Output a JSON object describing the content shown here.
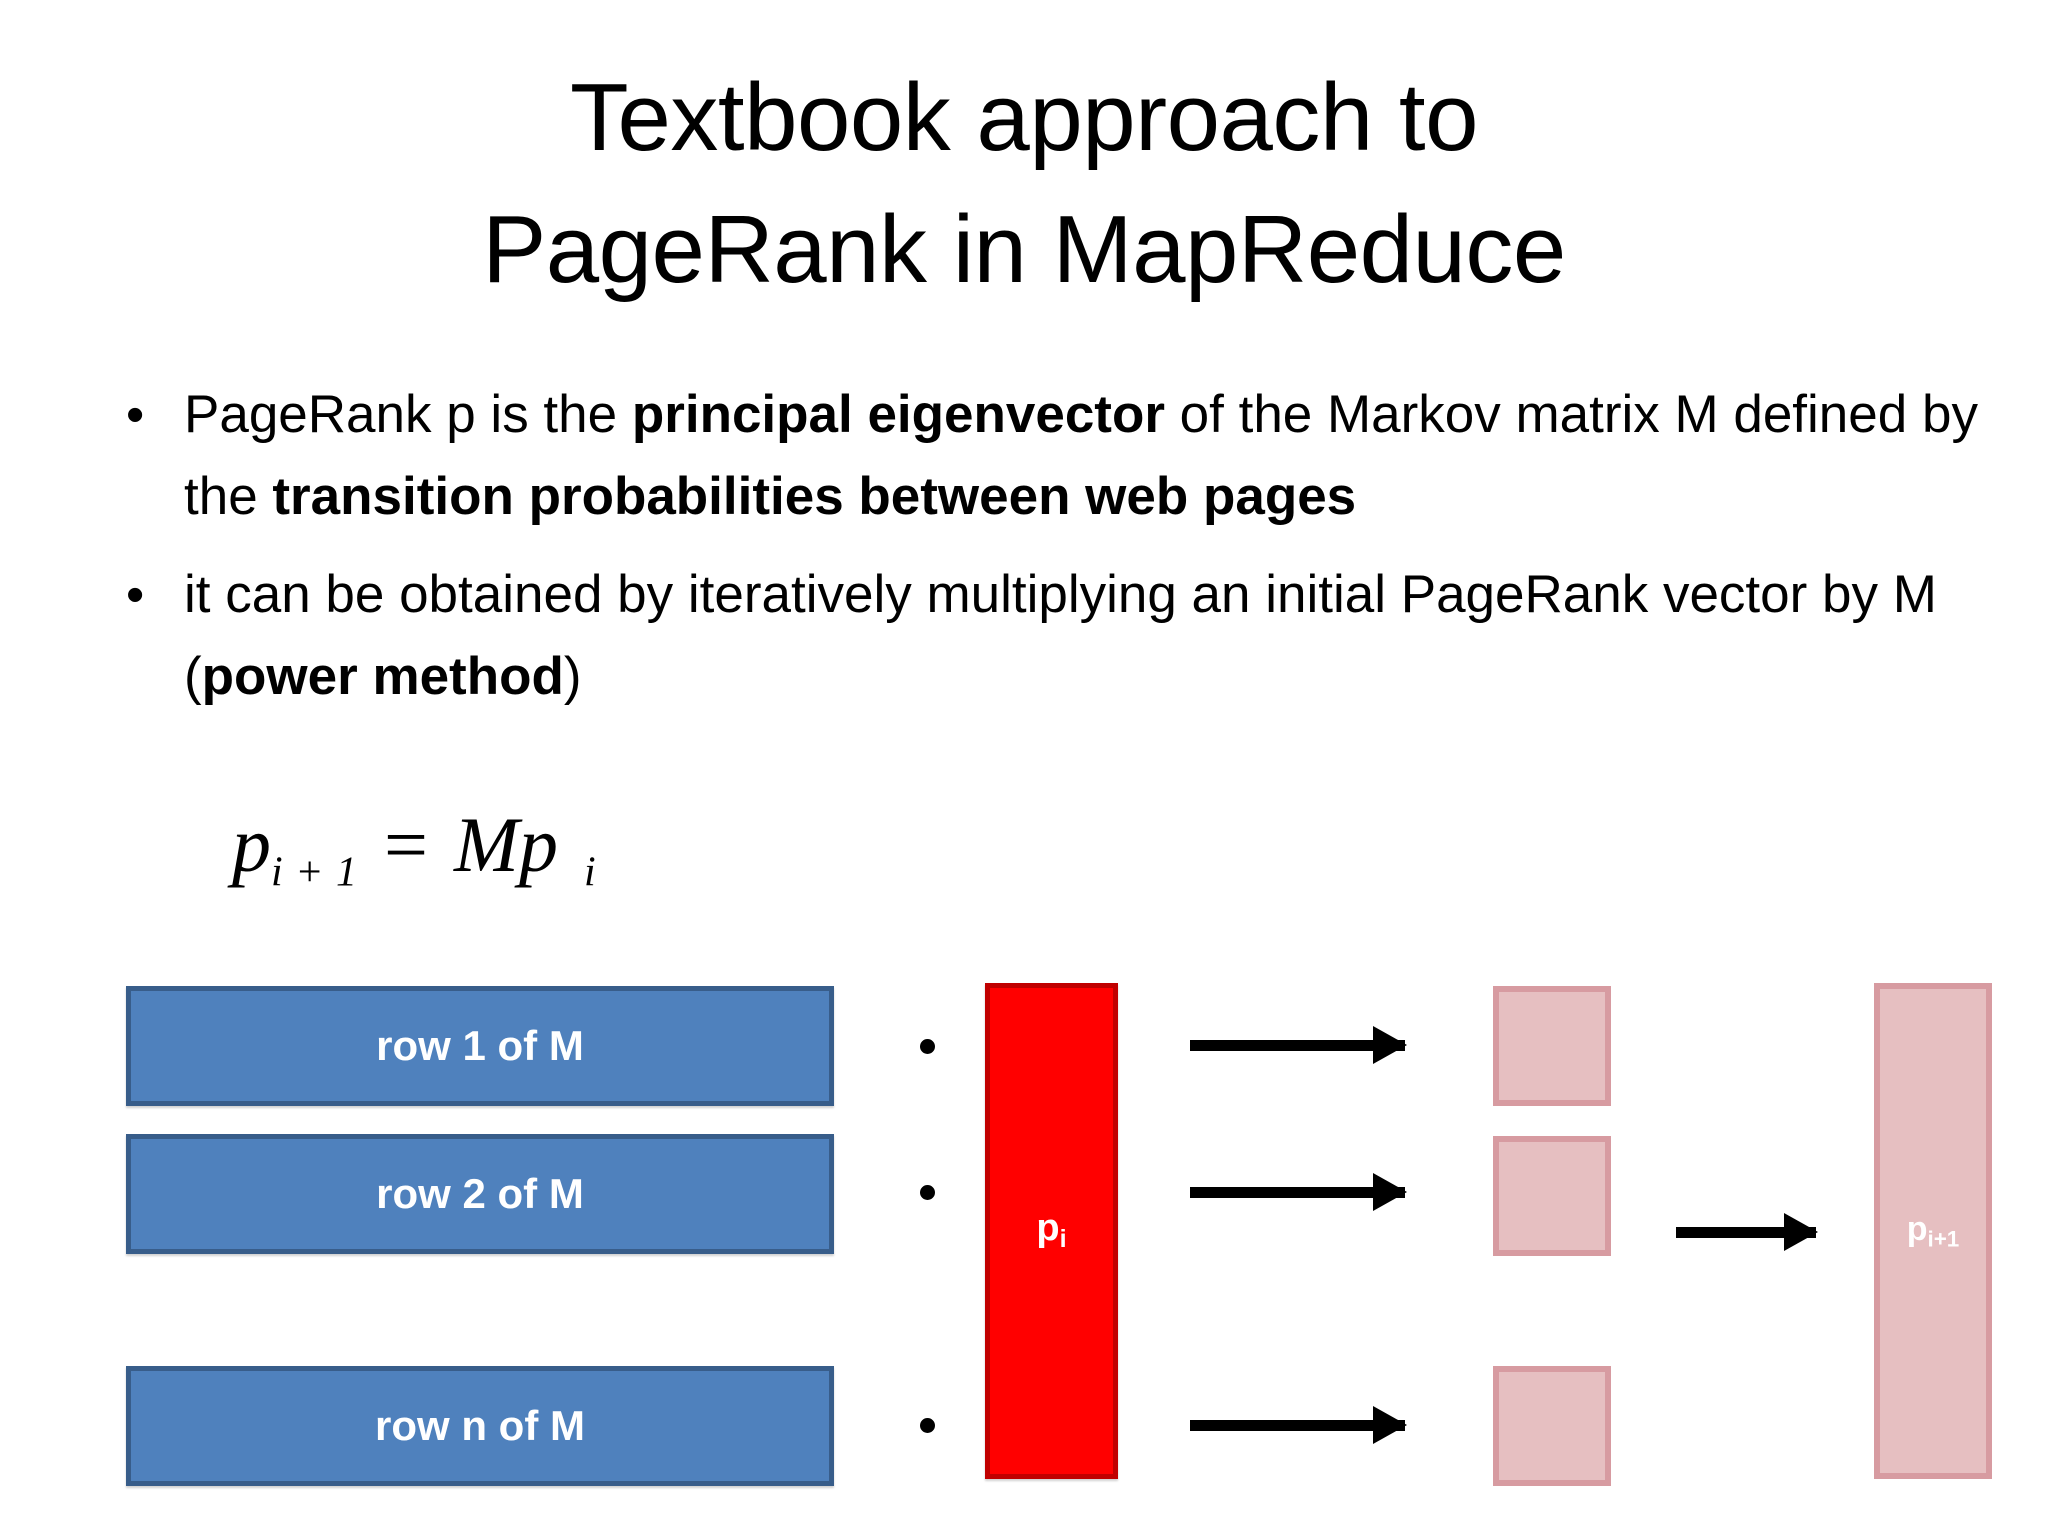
{
  "slide": {
    "title": "Textbook approach to\nPageRank in MapReduce",
    "bullet_marker": "•",
    "bullets": [
      {
        "parts": [
          {
            "text": "PageRank p is the ",
            "bold": false
          },
          {
            "text": "principal eigenvector",
            "bold": true
          },
          {
            "text": " of the Markov matrix M defined by the ",
            "bold": false
          },
          {
            "text": "transition probabilities between web pages",
            "bold": true
          }
        ]
      },
      {
        "parts": [
          {
            "text": "it can be obtained by iteratively multiplying an initial PageRank vector by M (",
            "bold": false
          },
          {
            "text": "power method",
            "bold": true
          },
          {
            "text": ")",
            "bold": false
          }
        ]
      }
    ],
    "formula": {
      "lhs_base": "p",
      "lhs_sub": "i + 1",
      "operator": "=",
      "rhs_matrix": "M",
      "rhs_base": "p",
      "rhs_sub": "i",
      "plain": "p i+1 = Mp i"
    },
    "diagram": {
      "matrix_rows": [
        {
          "label": "row 1 of M"
        },
        {
          "label": "row 2 of M"
        },
        {
          "label": "row n of M"
        }
      ],
      "vector_in": {
        "base": "p",
        "sub": "i"
      },
      "vector_out": {
        "base": "p",
        "sub": "i+1"
      },
      "partial_results": [
        "",
        "",
        ""
      ],
      "ellipsis_dots": [
        "•",
        "•",
        "•"
      ],
      "arrow_glyph": "→",
      "colors": {
        "matrix_row_fill": "#4f81bd",
        "matrix_row_border": "#385d8a",
        "vector_in_fill": "#ff0000",
        "vector_in_border": "#c00000",
        "result_fill": "#e6bfc1",
        "result_border": "#d79ba1",
        "arrow": "#000000",
        "label_text": "#ffffff"
      }
    },
    "background_color": "#ffffff",
    "text_color": "#000000"
  }
}
